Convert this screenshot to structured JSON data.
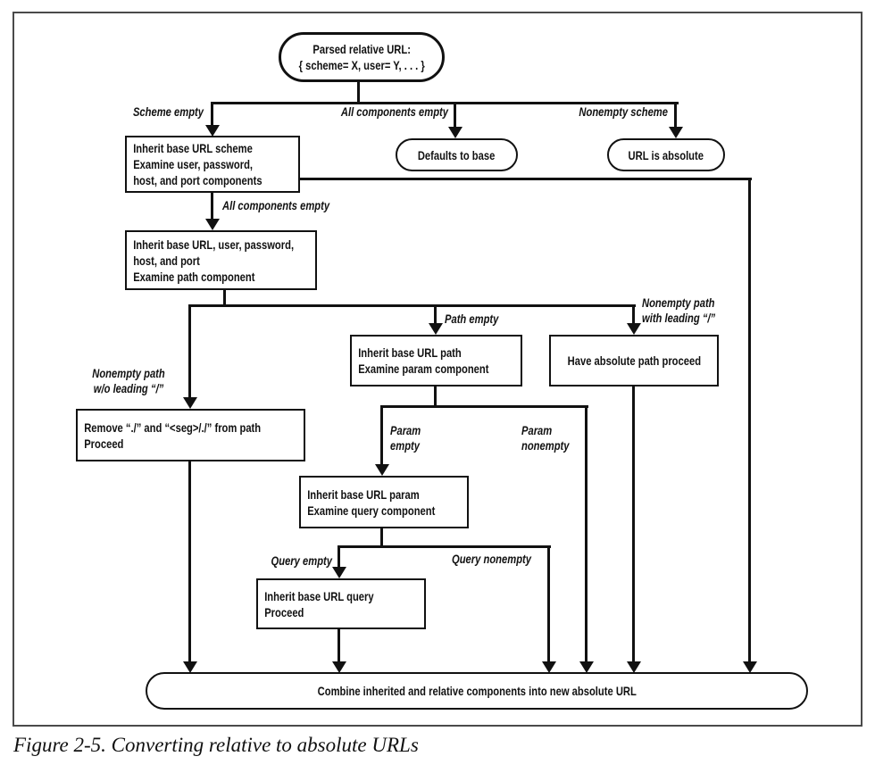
{
  "figure": {
    "caption": "Figure 2-5. Converting relative to absolute URLs"
  },
  "nodes": {
    "start": {
      "lines": [
        "Parsed relative URL:",
        "{ scheme= X, user= Y, . . . }"
      ]
    },
    "inherit_scheme": {
      "lines": [
        "Inherit base URL scheme",
        "Examine user, password,",
        "host, and port components"
      ]
    },
    "defaults_to_base": {
      "label": "Defaults to base"
    },
    "url_is_absolute": {
      "label": "URL is absolute"
    },
    "inherit_userinfo": {
      "lines": [
        "Inherit base URL, user, password,",
        "host, and port",
        "Examine path component"
      ]
    },
    "remove_dot_segments": {
      "lines": [
        "Remove “./” and “<seg>/./” from path",
        "Proceed"
      ]
    },
    "inherit_path": {
      "lines": [
        "Inherit base URL path",
        "Examine param component"
      ]
    },
    "absolute_path": {
      "label": "Have absolute path proceed"
    },
    "inherit_param": {
      "lines": [
        "Inherit base URL param",
        "Examine query component"
      ]
    },
    "inherit_query": {
      "lines": [
        "Inherit base URL query",
        "Proceed"
      ]
    },
    "combine": {
      "label": "Combine inherited and relative components into new absolute URL"
    }
  },
  "edge_labels": {
    "scheme_empty": "Scheme empty",
    "all_components_empty_top": "All components empty",
    "nonempty_scheme": "Nonempty scheme",
    "all_components_empty_mid": "All components empty",
    "nonempty_path_wo_leading": [
      "Nonempty path",
      "w/o leading “/”"
    ],
    "path_empty": "Path empty",
    "nonempty_path_with_leading": [
      "Nonempty path",
      "with leading “/”"
    ],
    "param_empty": [
      "Param",
      "empty"
    ],
    "param_nonempty": [
      "Param",
      "nonempty"
    ],
    "query_empty": "Query empty",
    "query_nonempty": "Query nonempty"
  },
  "colors": {
    "line": "#111111",
    "background": "#ffffff",
    "frame": "#4a4a4a"
  }
}
